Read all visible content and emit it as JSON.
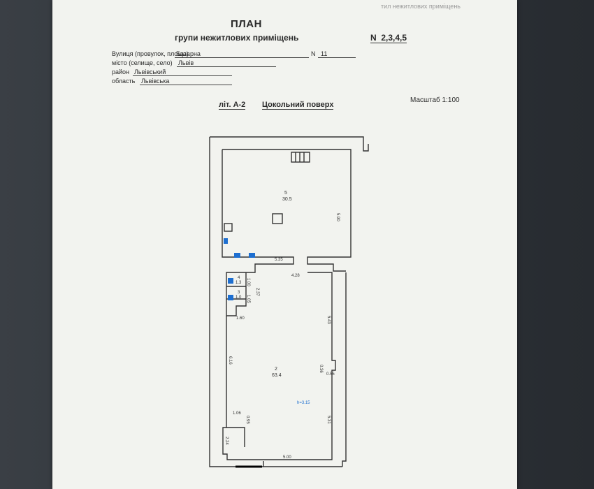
{
  "header": {
    "ghost_text": "тил нежитлових приміщень",
    "title": "ПЛАН",
    "subtitle": "групи нежитлових приміщень",
    "n_prefix": "N",
    "rooms_numbers": "2,3,4,5"
  },
  "address": {
    "street_label": "Вулиця (провулок, площа)",
    "street_value": "Базарна",
    "number_label": "N",
    "number_value": "11",
    "city_label": "місто (селище, село)",
    "city_value": "Львів",
    "district_label": "район",
    "district_value": "Львівський",
    "region_label": "область",
    "region_value": "Львівська"
  },
  "plan_header": {
    "lit": "літ. А-2",
    "floor": "Цокольний поверх",
    "scale": "Масштаб 1:100"
  },
  "rooms": [
    {
      "number": "5",
      "area": "30.5"
    },
    {
      "number": "4",
      "area": "1.3"
    },
    {
      "number": "3",
      "area": "1.0"
    },
    {
      "number": "2",
      "area": "63.4"
    }
  ],
  "dimensions": {
    "d_5_90": "5.90",
    "d_5_35": "5.35",
    "d_4_28": "4.28",
    "d_1_00": "1.00",
    "d_2_37": "2.37",
    "d_1_05": "1.05",
    "d_1_60": "1.60",
    "d_5_43": "5.43",
    "d_6_16": "6.16",
    "d_0_36": "0.36",
    "d_0_55": "0.55",
    "d_1_06": "1.06",
    "d_0_95": "0.95",
    "d_5_31": "5.31",
    "d_2_24": "2.24",
    "d_5_00": "5.00"
  },
  "ceiling_height": "h=3.15",
  "colors": {
    "fixture_blue": "#1e6fd0",
    "wall_line": "#333333",
    "paper": "#f2f3ef"
  }
}
